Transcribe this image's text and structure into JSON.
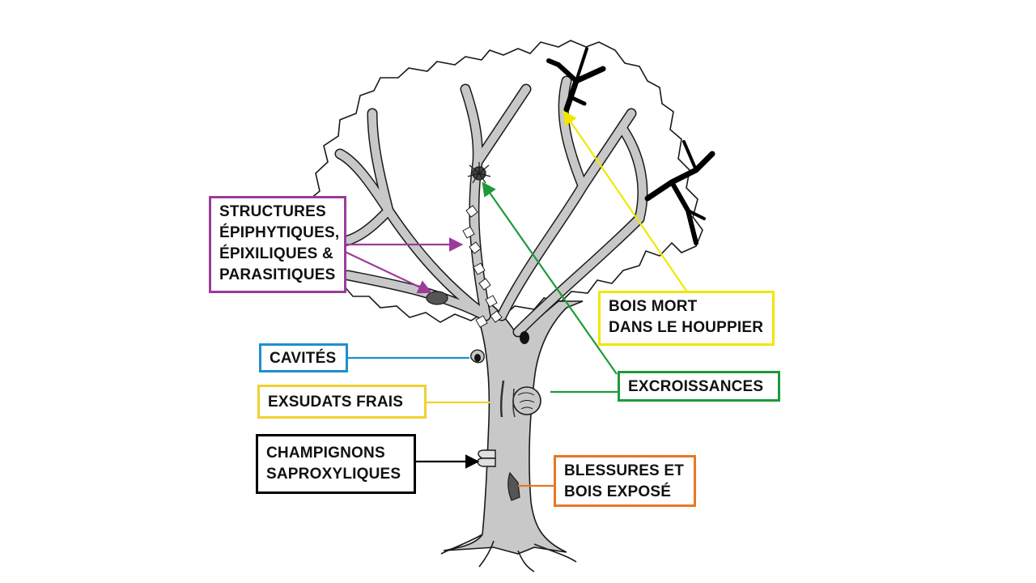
{
  "labels": {
    "structures": {
      "lines": [
        "STRUCTURES",
        "ÉPIPHYTIQUES,",
        "ÉPIXILIQUES &",
        "PARASITIQUES"
      ],
      "color": "#9b3c9b"
    },
    "bois_mort": {
      "lines": [
        "BOIS MORT",
        "DANS LE HOUPPIER"
      ],
      "color": "#f2e600"
    },
    "cavites": {
      "lines": [
        "CAVITÉS"
      ],
      "color": "#1e8fcf"
    },
    "excroissances": {
      "lines": [
        "EXCROISSANCES"
      ],
      "color": "#1f9a3a"
    },
    "exsudats": {
      "lines": [
        "EXSUDATS FRAIS"
      ],
      "color": "#f0d130"
    },
    "champignons": {
      "lines": [
        "CHAMPIGNONS",
        "SAPROXYLIQUES"
      ],
      "color": "#000000"
    },
    "blessures": {
      "lines": [
        "BLESSURES ET",
        "BOIS EXPOSÉ"
      ],
      "color": "#e87722"
    }
  },
  "colors": {
    "trunk_fill": "#c8c8c8",
    "outline": "#1a1a1a",
    "dead_wood": "#000000"
  }
}
